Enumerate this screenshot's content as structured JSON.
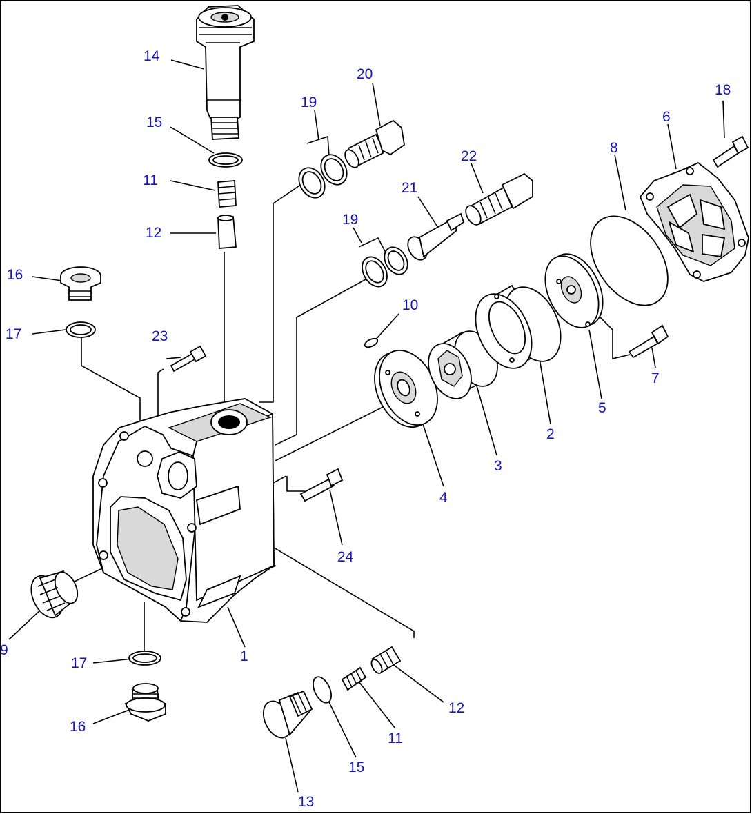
{
  "diagram": {
    "callouts": [
      {
        "id": "c1",
        "text": "1"
      },
      {
        "id": "c2",
        "text": "2"
      },
      {
        "id": "c3",
        "text": "3"
      },
      {
        "id": "c4",
        "text": "4"
      },
      {
        "id": "c5",
        "text": "5"
      },
      {
        "id": "c6",
        "text": "6"
      },
      {
        "id": "c7",
        "text": "7"
      },
      {
        "id": "c8",
        "text": "8"
      },
      {
        "id": "c9",
        "text": "9"
      },
      {
        "id": "c10",
        "text": "10"
      },
      {
        "id": "c11a",
        "text": "11"
      },
      {
        "id": "c11b",
        "text": "11"
      },
      {
        "id": "c12a",
        "text": "12"
      },
      {
        "id": "c12b",
        "text": "12"
      },
      {
        "id": "c13",
        "text": "13"
      },
      {
        "id": "c14",
        "text": "14"
      },
      {
        "id": "c15a",
        "text": "15"
      },
      {
        "id": "c15b",
        "text": "15"
      },
      {
        "id": "c16a",
        "text": "16"
      },
      {
        "id": "c16b",
        "text": "16"
      },
      {
        "id": "c17a",
        "text": "17"
      },
      {
        "id": "c17b",
        "text": "17"
      },
      {
        "id": "c18",
        "text": "18"
      },
      {
        "id": "c19a",
        "text": "19"
      },
      {
        "id": "c19b",
        "text": "19"
      },
      {
        "id": "c20",
        "text": "20"
      },
      {
        "id": "c21",
        "text": "21"
      },
      {
        "id": "c22",
        "text": "22"
      },
      {
        "id": "c23",
        "text": "23"
      },
      {
        "id": "c24",
        "text": "24"
      }
    ]
  }
}
